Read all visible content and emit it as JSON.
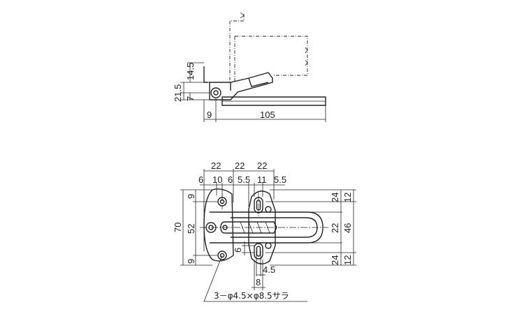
{
  "side_view": {
    "dims": {
      "d14_5": "14.5",
      "d21_5": "21.5",
      "d7": "7",
      "d9": "9",
      "d105": "105"
    }
  },
  "front_view": {
    "dims": {
      "top_22a": "22",
      "top_22b": "22",
      "top_22c": "22",
      "top_6a": "6",
      "top_10": "10",
      "top_6b": "6",
      "top_5_5a": "5.5",
      "top_11": "11",
      "top_5_5b": "5.5",
      "left_70": "70",
      "left_52": "52",
      "left_9a": "9",
      "left_9b": "9",
      "right_24a": "24",
      "right_12a": "12",
      "right_22": "22",
      "right_46": "46",
      "right_24b": "24",
      "right_12b": "12",
      "bottom_6": "6",
      "bottom_4_5": "4.5",
      "bottom_8": "8"
    },
    "hole_note": "3－φ4.5×φ8.5サラ"
  }
}
